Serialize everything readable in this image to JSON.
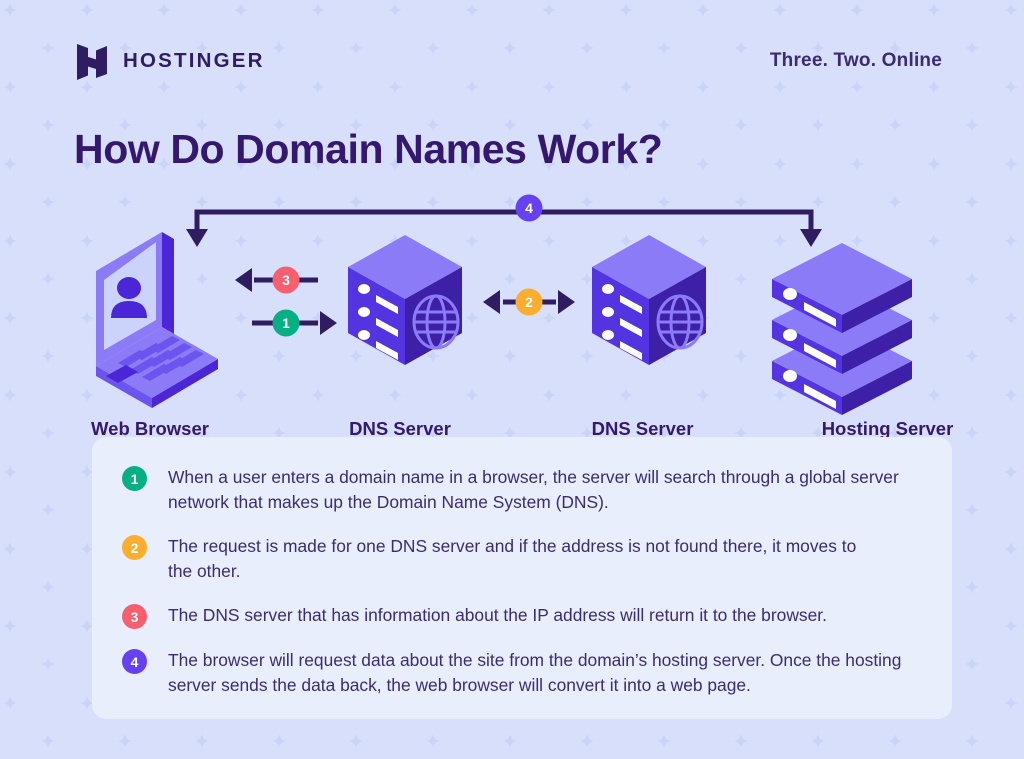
{
  "header": {
    "logo_icon": "hostinger-h-logo-icon",
    "brand_name": "HOSTINGER",
    "tagline": "Three. Two. Online"
  },
  "title": "How Do Domain Names Work?",
  "diagram": {
    "nodes": [
      {
        "id": "web-browser",
        "label": "Web Browser",
        "icon": "laptop-user-icon"
      },
      {
        "id": "dns-server-1",
        "label": "DNS Server",
        "icon": "server-cube-globe-icon"
      },
      {
        "id": "dns-server-2",
        "label": "DNS Server",
        "icon": "server-cube-globe-icon"
      },
      {
        "id": "hosting-server",
        "label": "Hosting Server",
        "icon": "server-stack-icon"
      }
    ],
    "connectors": [
      {
        "id": "c3",
        "badge": "3",
        "color": "#f75f6f",
        "direction": "left",
        "icon": "arrow-left-icon"
      },
      {
        "id": "c1",
        "badge": "1",
        "color": "#06b083",
        "direction": "right",
        "icon": "arrow-right-icon"
      },
      {
        "id": "c2",
        "badge": "2",
        "color": "#fbad2e",
        "direction": "both",
        "icon": "arrow-both-icon"
      },
      {
        "id": "c4",
        "badge": "4",
        "color": "#6541f2",
        "direction": "bracket",
        "icon": "bracket-arrow-icon"
      }
    ],
    "line_color": "#2f1c61"
  },
  "steps": [
    {
      "number": "1",
      "color": "#06b083",
      "text": "When a user enters a domain name in a browser, the server will search through a global server network that makes up the Domain Name System (DNS)."
    },
    {
      "number": "2",
      "color": "#fbad2e",
      "text": "The request is made for one DNS server and if the address is not found there, it moves to the other."
    },
    {
      "number": "3",
      "color": "#f75f6f",
      "text": "The DNS server that has information about the IP address will return it to the browser."
    },
    {
      "number": "4",
      "color": "#6541f2",
      "text": "The browser will request data about the site from the domain’s hosting server. Once the hosting server sends the data back, the web browser will convert it into a web page."
    }
  ],
  "colors": {
    "background": "#d7dffb",
    "panel": "#e9eefc",
    "ink": "#35186e",
    "body_text": "#3b2b73",
    "icon_light": "#8b7bf7",
    "icon_mid": "#5433e0",
    "icon_dark": "#3d1fa8"
  }
}
